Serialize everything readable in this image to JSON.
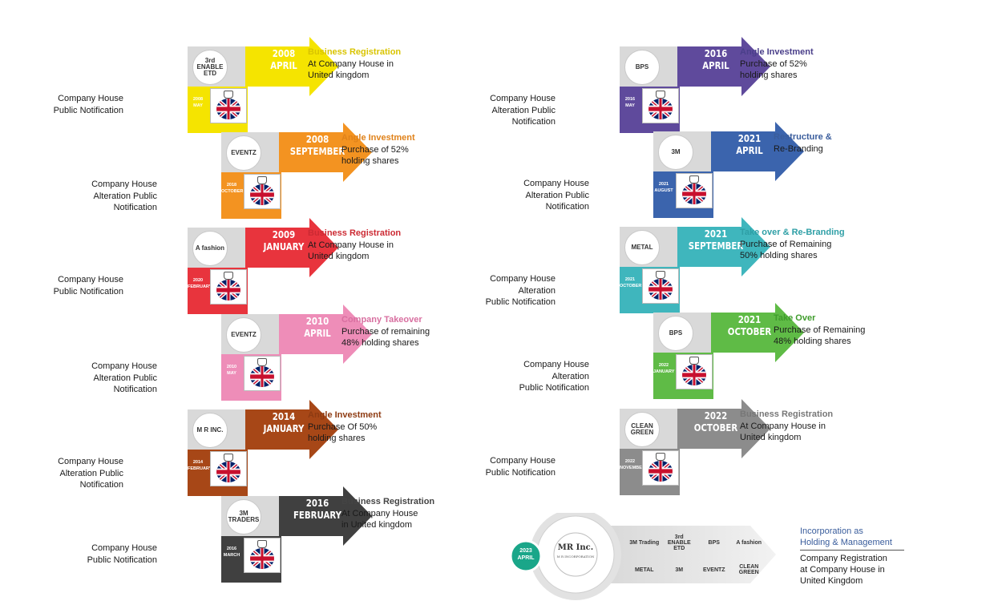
{
  "steps": [
    {
      "date_year": "2008",
      "date_month": "APRIL",
      "alt_date_year": "2008",
      "alt_date_month": "MAY",
      "color": "#f5e400",
      "heading_color": "#d9c400",
      "logo": "3rd ENABLE ETD",
      "heading": "Business Registration",
      "line1": "At Company House in",
      "line2": "United kingdom",
      "notif1": "Company House",
      "notif2": "Public Notification",
      "notif3": ""
    },
    {
      "date_year": "2008",
      "date_month": "SEPTEMBER",
      "alt_date_year": "2018",
      "alt_date_month": "OCTOBER",
      "color": "#f39321",
      "heading_color": "#e0821a",
      "logo": "EVENTZ",
      "heading": "Angle Investment",
      "line1": "Purchase of 52%",
      "line2": "holding shares",
      "notif1": "Company House",
      "notif2": "Alteration Public",
      "notif3": "Notification"
    },
    {
      "date_year": "2009",
      "date_month": "JANUARY",
      "alt_date_year": "2020",
      "alt_date_month": "FEBRUARY",
      "color": "#e8343d",
      "heading_color": "#cc2a33",
      "logo": "A fashion",
      "heading": "Business Registration",
      "line1": "At Company House in",
      "line2": "United kingdom",
      "notif1": "Company House",
      "notif2": "Public Notification",
      "notif3": ""
    },
    {
      "date_year": "2010",
      "date_month": "APRIL",
      "alt_date_year": "2010",
      "alt_date_month": "MAY",
      "color": "#ee8db8",
      "heading_color": "#d86fa0",
      "logo": "EVENTZ",
      "heading": "Company Takeover",
      "line1": "Purchase of remaining",
      "line2": "48% holding shares",
      "notif1": "Company House",
      "notif2": "Alteration Public",
      "notif3": "Notification"
    },
    {
      "date_year": "2014",
      "date_month": "JANUARY",
      "alt_date_year": "2014",
      "alt_date_month": "FEBRUARY",
      "color": "#a74717",
      "heading_color": "#8e3b12",
      "logo": "M R INC.",
      "heading": "Angle Investment",
      "line1": "Purchase Of 50%",
      "line2": "holding shares",
      "notif1": "Company House",
      "notif2": "Alteration Public",
      "notif3": "Notification"
    },
    {
      "date_year": "2016",
      "date_month": "FEBRUARY",
      "alt_date_year": "2016",
      "alt_date_month": "MARCH",
      "color": "#404040",
      "heading_color": "#444444",
      "logo": "3M TRADERS",
      "heading": "Business Registration",
      "line1": "At Company House",
      "line2": "in United kingdom",
      "notif1": "Company House",
      "notif2": "Public Notification",
      "notif3": ""
    },
    {
      "date_year": "2016",
      "date_month": "APRIL",
      "alt_date_year": "2016",
      "alt_date_month": "MAY",
      "color": "#5f4a9c",
      "heading_color": "#4a3f8a",
      "logo": "BPS",
      "heading": "Angle Investment",
      "line1": "Purchase of 52%",
      "line2": "holding shares",
      "notif1": "Company House",
      "notif2": "Alteration Public",
      "notif3": "Notification"
    },
    {
      "date_year": "2021",
      "date_month": "APRIL",
      "alt_date_year": "2021",
      "alt_date_month": "AUGUST",
      "color": "#3b64ad",
      "heading_color": "#3a5d9c",
      "logo": "3M",
      "heading": "Restructure &",
      "line1": "Re-Branding",
      "line2": "",
      "notif1": "Company House",
      "notif2": "Alteration Public",
      "notif3": "Notification"
    },
    {
      "date_year": "2021",
      "date_month": "SEPTEMBER",
      "alt_date_year": "2021",
      "alt_date_month": "OCTOBER",
      "color": "#3fb6bd",
      "heading_color": "#2e9fa6",
      "logo": "METAL",
      "heading": "Take over & Re-Branding",
      "line1": "Purchase of Remaining",
      "line2": "50% holding shares",
      "notif1": "Company House",
      "notif2": "Alteration",
      "notif3": "Public Notification"
    },
    {
      "date_year": "2021",
      "date_month": "OCTOBER",
      "alt_date_year": "2022",
      "alt_date_month": "JANUARY",
      "color": "#5fbb46",
      "heading_color": "#3f9c2c",
      "logo": "BPS",
      "heading": "Take Over",
      "line1": "Purchase of Remaining",
      "line2": "48% holding shares",
      "notif1": "Company House",
      "notif2": "Alteration",
      "notif3": "Public Notification"
    },
    {
      "date_year": "2022",
      "date_month": "OCTOBER",
      "alt_date_year": "2022",
      "alt_date_month": "NOVEMBER",
      "color": "#8c8c8c",
      "heading_color": "#777777",
      "logo": "CLEAN GREEN",
      "heading": "Business Registration",
      "line1": "At Company House in",
      "line2": "United kingdom",
      "notif1": "Company House",
      "notif2": "Public Notification",
      "notif3": ""
    }
  ],
  "incorporation": {
    "badge_year": "2023",
    "badge_month": "APRIL",
    "center_logo": "MR Inc.",
    "center_sub": "M R INCORPORATION",
    "logos": [
      "3M Trading",
      "3rd ENABLE ETD",
      "BPS",
      "A fashion",
      "METAL",
      "3M",
      "EVENTZ",
      "CLEAN GREEN"
    ],
    "heading1": "Incorporation as",
    "heading2": "Holding & Management",
    "line1": "Company Registration",
    "line2": "at Company House in",
    "line3": "United Kingdom"
  }
}
